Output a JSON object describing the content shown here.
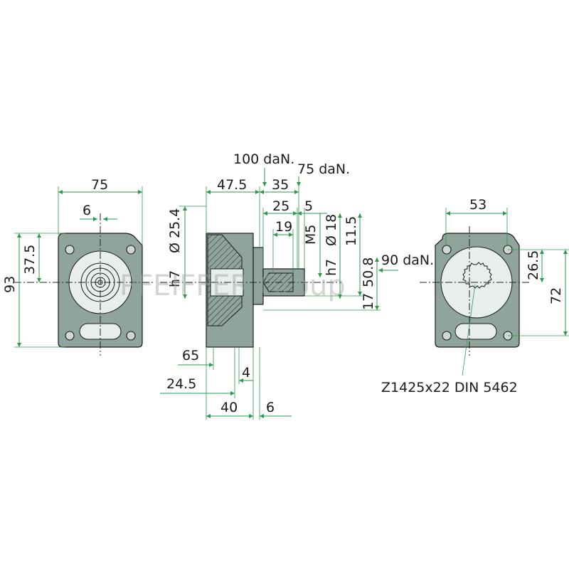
{
  "watermark": "PFEIFFER Group",
  "labels": {
    "front_width": "75",
    "front_shaft_w": "6",
    "front_height": "93",
    "front_center_h": "37.5",
    "side_total_left": "47.5",
    "side_35": "35",
    "side_25": "25",
    "side_5": "5",
    "side_19": "19",
    "dia_25_4": "Ø 25.4",
    "h7_left": "h7",
    "m5": "M5",
    "dia_18": "Ø 18",
    "h7_right": "h7",
    "val_11_5": "11.5",
    "val_17": "17",
    "val_50_8": "50.8",
    "val_65": "65",
    "val_4": "4",
    "val_24_5": "24.5",
    "val_40": "40",
    "val_6_bottom": "6",
    "load_100": "100 daN.",
    "load_75": "75 daN.",
    "load_90": "90 daN.",
    "rear_width": "53",
    "rear_26_5": "26.5",
    "rear_72": "72",
    "spline_spec": "Z1425x22 DIN 5462"
  }
}
